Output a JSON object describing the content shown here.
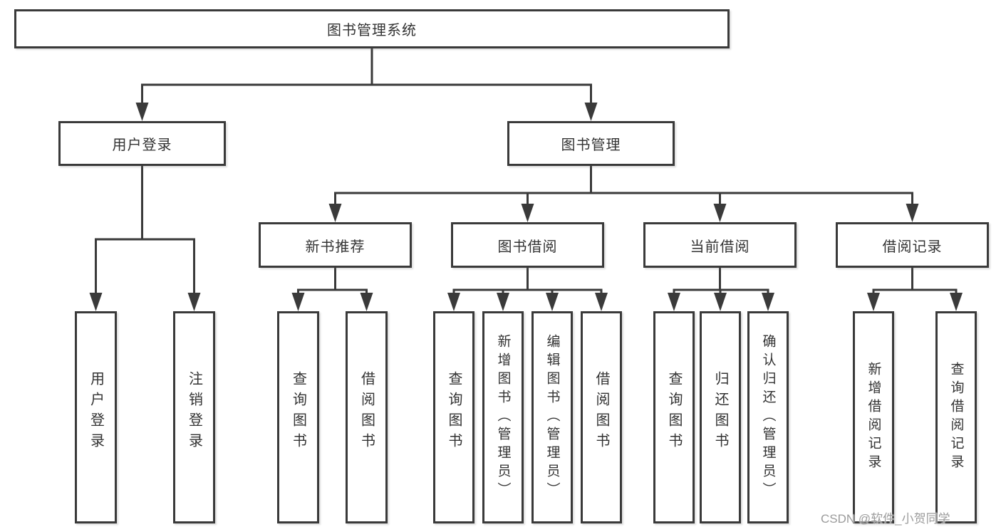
{
  "diagram": {
    "root": {
      "label": "图书管理系统"
    },
    "level2": {
      "user_login": {
        "label": "用户登录"
      },
      "book_management": {
        "label": "图书管理"
      }
    },
    "level3": {
      "new_book_recommendation": {
        "label": "新书推荐"
      },
      "book_borrowing": {
        "label": "图书借阅"
      },
      "current_borrowing": {
        "label": "当前借阅"
      },
      "borrowing_records": {
        "label": "借阅记录"
      }
    },
    "leaves": {
      "user_login": [
        "用户登录",
        "注销登录"
      ],
      "new_book": [
        "查询图书",
        "借阅图书"
      ],
      "book_borrow": [
        "查询图书",
        "新增图书（管理员）",
        "编辑图书（管理员）",
        "借阅图书"
      ],
      "current_borrow": [
        "查询图书",
        "归还图书",
        "确认归还（管理员）"
      ],
      "borrow_record": [
        "新增借阅记录",
        "查询借阅记录"
      ]
    }
  },
  "watermark": "CSDN @软件_小贺同学",
  "colors": {
    "line": "#3a3a3a",
    "text": "#333333",
    "watermark": "#9b9b9b",
    "background": "#ffffff"
  }
}
